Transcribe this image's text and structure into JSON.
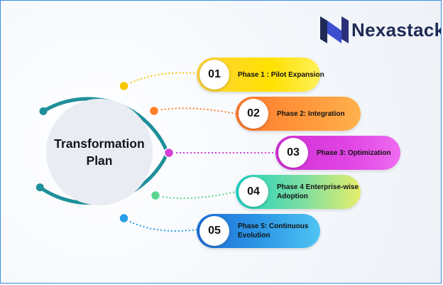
{
  "brand": {
    "name": "Nexastack",
    "logo_icon": "nexastack-logo-icon"
  },
  "hub": {
    "title": "Transformation\nPlan"
  },
  "phases": [
    {
      "number": "01",
      "label": "Phase 1 : Pilot Expansion",
      "color": "#ffd500",
      "dot_color": "#f5c800"
    },
    {
      "number": "02",
      "label": "Phase 2: Integration",
      "color": "#ff8a34",
      "dot_color": "#ff7f2a"
    },
    {
      "number": "03",
      "label": "Phase 3: Optimization",
      "color": "#d93ddc",
      "dot_color": "#d43fd6"
    },
    {
      "number": "04",
      "label": "Phase 4  Enterprise-wise\nAdoption",
      "color": "#3fd6b8",
      "dot_color": "#5ad58f"
    },
    {
      "number": "05",
      "label": "Phase 5: Continuous\nEvolution",
      "color": "#2a86e0",
      "dot_color": "#2a9de8"
    }
  ],
  "colors": {
    "arc": "#1f8f99",
    "frame_border": "#3a8de0",
    "brand_text": "#1e2a55"
  }
}
